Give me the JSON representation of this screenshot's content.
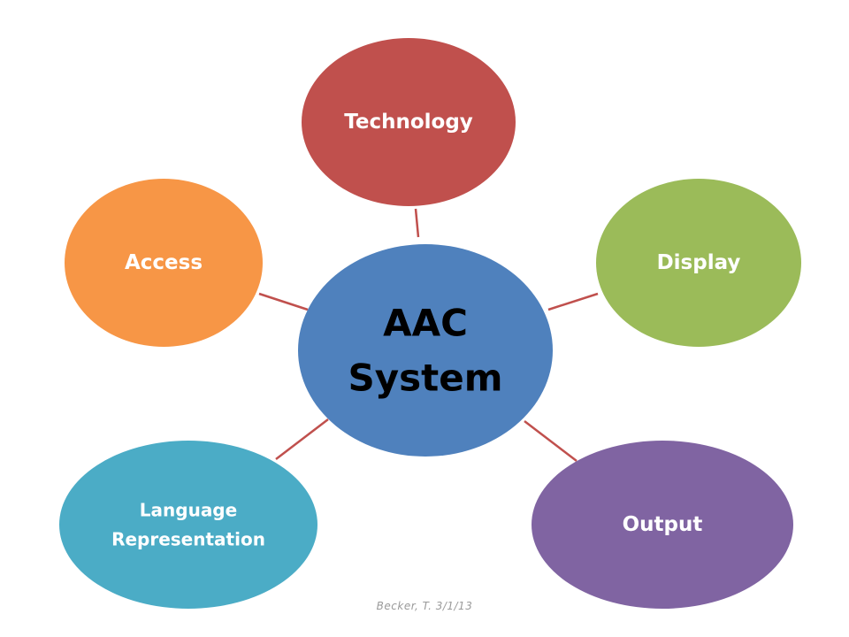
{
  "diagram": {
    "connector_color": "#c0504d",
    "center": {
      "lines": [
        "AAC",
        "System"
      ],
      "color": "#4f81bd"
    },
    "nodes": [
      {
        "id": "technology",
        "lines": [
          "Technology"
        ],
        "color": "#c0504d"
      },
      {
        "id": "display",
        "lines": [
          "Display"
        ],
        "color": "#9bbb59"
      },
      {
        "id": "output",
        "lines": [
          "Output"
        ],
        "color": "#8064a2"
      },
      {
        "id": "language-representation",
        "lines": [
          "Language",
          "Representation"
        ],
        "color": "#4bacc6"
      },
      {
        "id": "access",
        "lines": [
          "Access"
        ],
        "color": "#f79646"
      }
    ]
  },
  "footer": {
    "credit": "Becker, T. 3/1/13"
  }
}
